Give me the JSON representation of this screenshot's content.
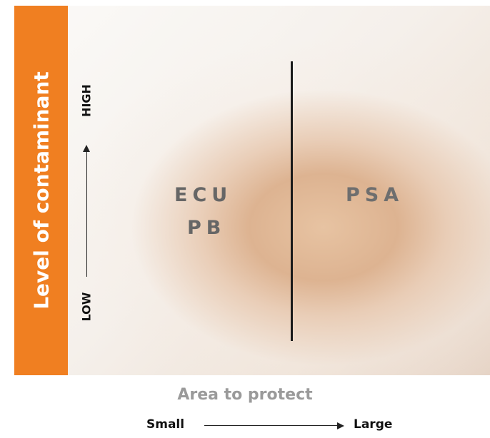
{
  "y_axis": {
    "title": "Level of contaminant",
    "high_label": "HIGH",
    "low_label": "LOW"
  },
  "quadrants": {
    "left_line1": "ECU",
    "left_line2": "PB",
    "right": "PSA"
  },
  "x_axis": {
    "title": "Area to protect",
    "small_label": "Small",
    "large_label": "Large"
  },
  "colors": {
    "accent": "#f07f21",
    "axis_title": "#9a9a9a",
    "quadrant_text": "#666666"
  }
}
